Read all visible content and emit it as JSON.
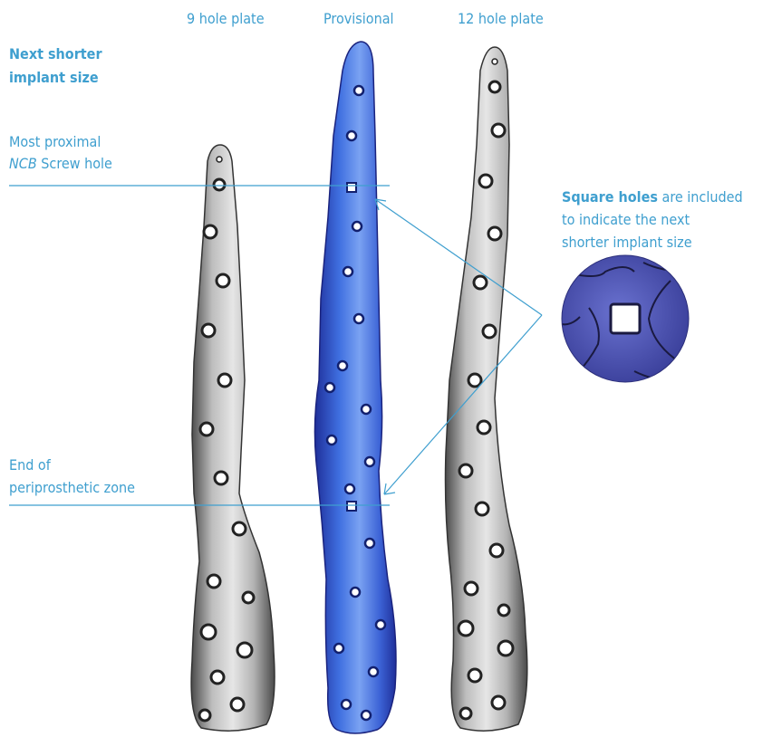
{
  "header": {
    "col_9": "9 hole plate",
    "col_prov": "Provisional",
    "col_12": "12 hole plate"
  },
  "left_labels": {
    "next_shorter_line1": "Next shorter",
    "next_shorter_line2": "implant size",
    "most_proximal_line1": "Most proximal",
    "most_proximal_ncb": "NCB",
    "most_proximal_rest": " Screw hole",
    "end_line1": "End of",
    "end_line2": "periprosthetic zone"
  },
  "right_note": {
    "bold": "Square holes",
    "rest1": " are included",
    "line2": "to indicate the next",
    "line3": "shorter implant size"
  },
  "colors": {
    "label": "#3f9fcf",
    "leader": "#3f9fcf",
    "plate_metal": "#a8a8a8",
    "provisional": "#3d63d6",
    "zoom": "#4f58b8"
  },
  "icons": {
    "plate_9": "bone-plate-9-hole",
    "plate_prov": "bone-plate-provisional",
    "plate_12": "bone-plate-12-hole",
    "zoom": "square-hole-magnified"
  }
}
